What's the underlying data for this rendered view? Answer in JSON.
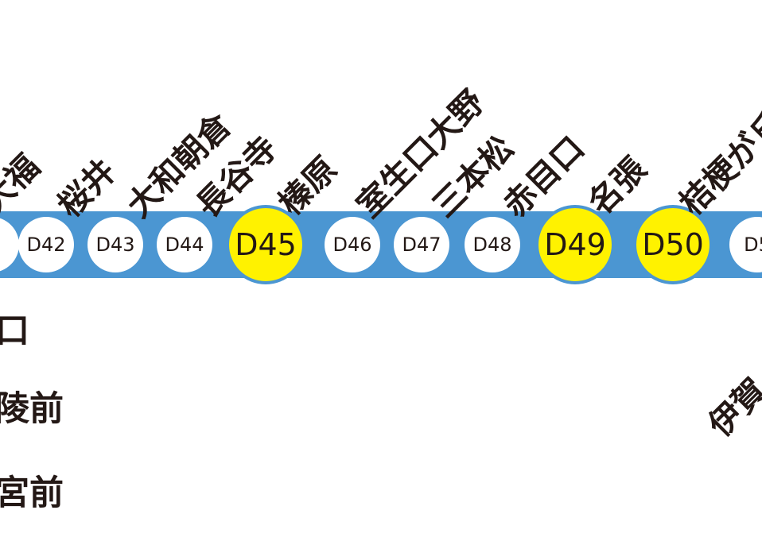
{
  "line": {
    "color": "#4b96d2",
    "highlight_color": "#fff200"
  },
  "stations": [
    {
      "number": "",
      "name": "大福"
    },
    {
      "number": "D42",
      "name": "桜井"
    },
    {
      "number": "D43",
      "name": "大和朝倉"
    },
    {
      "number": "D44",
      "name": "長谷寺"
    },
    {
      "number": "D45",
      "name": "榛原"
    },
    {
      "number": "D46",
      "name": "室生口大野"
    },
    {
      "number": "D47",
      "name": "三本松"
    },
    {
      "number": "D48",
      "name": "赤目口"
    },
    {
      "number": "D49",
      "name": "名張"
    },
    {
      "number": "D50",
      "name": "桔梗が丘"
    },
    {
      "number": "D5",
      "name": ""
    }
  ],
  "branch_labels": [
    "口",
    "陵前",
    "宮前"
  ],
  "right_label": "伊賀"
}
